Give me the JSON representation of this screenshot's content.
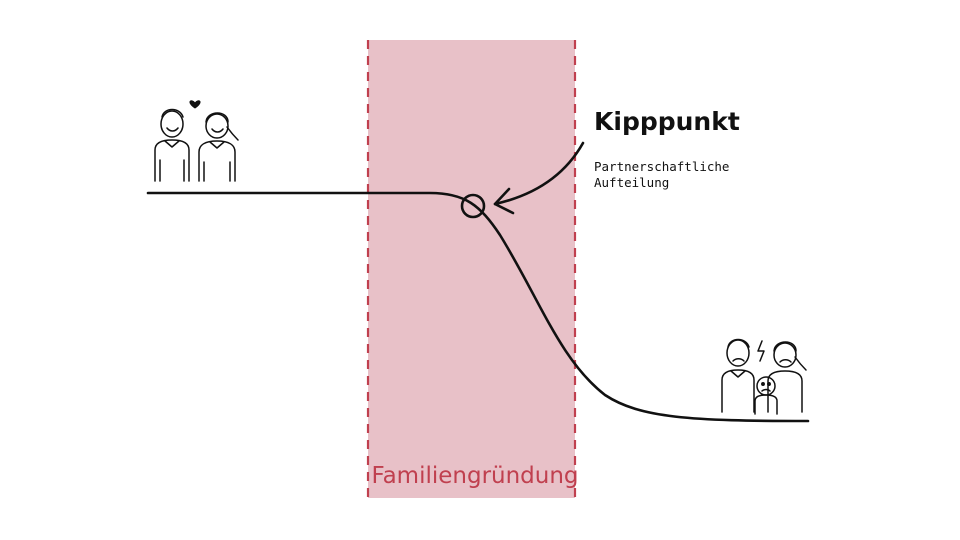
{
  "diagram": {
    "phase_label": "Familiengründung",
    "tipping_point": {
      "title": "Kipppunkt",
      "description_lines": [
        "Partnerschaftliche",
        "Aufteilung"
      ]
    },
    "icons": {
      "start": "couple-with-heart-icon",
      "end": "unhappy-family-with-child-icon"
    },
    "colors": {
      "band_fill": "#e8c1c8",
      "band_border": "#c0404f",
      "label": "#c0404f",
      "ink": "#111111"
    }
  }
}
